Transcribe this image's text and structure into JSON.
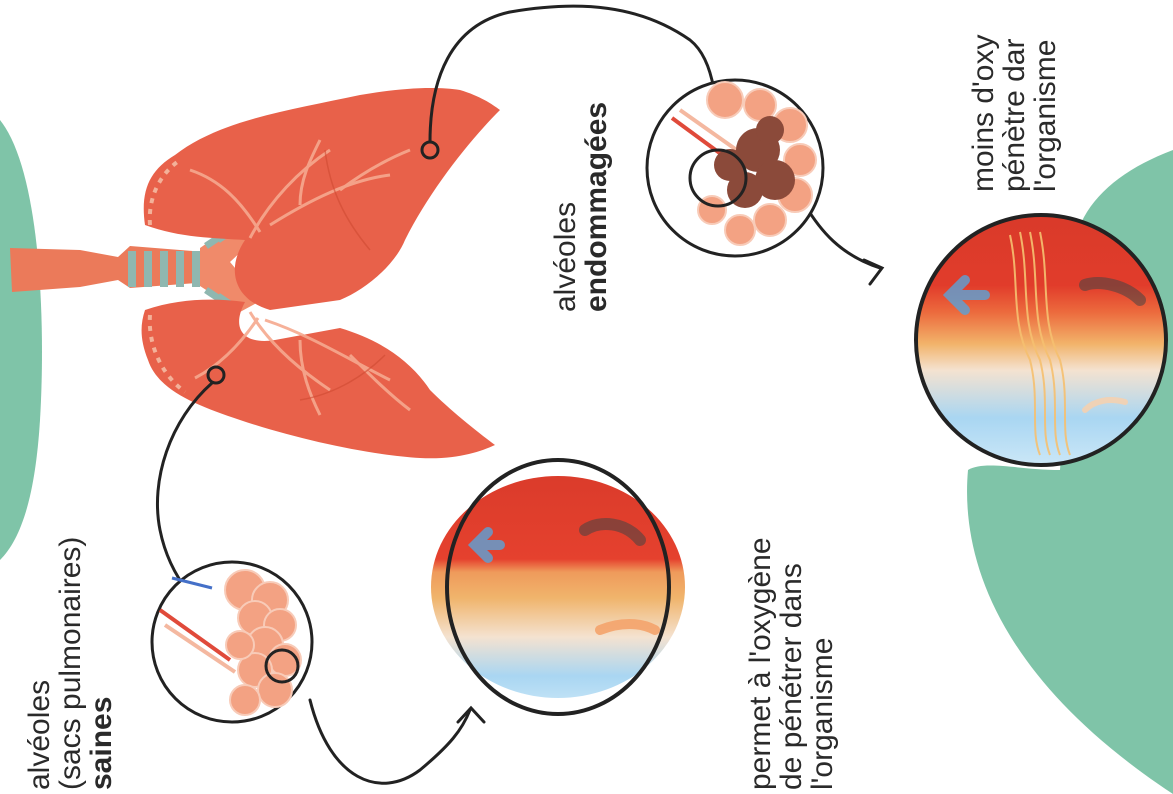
{
  "labels": {
    "healthy": {
      "line1": "alvéoles",
      "line2": "(sacs pulmonaires)",
      "line3": "saines"
    },
    "damaged": {
      "line1": "alvéoles",
      "line2": "endommagées"
    },
    "healthy_result": {
      "line1": "permet à l'oxygène",
      "line2": "de pénétrer dans",
      "line3": "l'organisme"
    },
    "damaged_result": {
      "line1": "moins d'oxy",
      "line2": "pénètre dar",
      "line3": "l'organisme"
    }
  },
  "icons": [
    "lungs-icon",
    "healthy-alveoli-icon",
    "damaged-alveoli-icon",
    "oxygen-exchange-healthy-icon",
    "oxygen-exchange-damaged-icon"
  ],
  "colors": {
    "lung": "#e8614a",
    "lung_dark": "#d9482f",
    "background_blob": "#7fc4a8",
    "trachea_ring": "#8fb7b0"
  }
}
